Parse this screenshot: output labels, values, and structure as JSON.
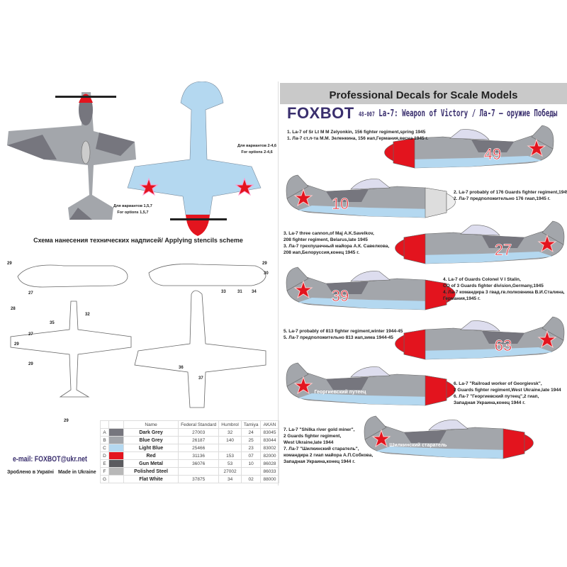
{
  "header": {
    "tagline": "Professional Decals for Scale Models",
    "brand": "FOXBOT",
    "sheet_code": "48-007",
    "title": "La-7: Weapon of Victory / Ла-7 – оружие Победы"
  },
  "left": {
    "for_options_ru_a": "Для вариантов 2-4,6",
    "for_options_en_a": "For options 2-4,6",
    "for_options_ru_b": "Для вариантов 1,5,7",
    "for_options_en_b": "For options 1,5,7",
    "stencil_title": "Схема нанесения технических надписей/ Applying stencils scheme",
    "email": "e-mail: FOXBOT@ukr.net",
    "made_ua": "Зроблено в Україні",
    "made_en": "Made in Ukraine",
    "stencil_numbers": [
      "29",
      "27",
      "28",
      "29",
      "30",
      "31",
      "33",
      "34",
      "27",
      "32",
      "35",
      "29",
      "29",
      "29",
      "36",
      "37"
    ]
  },
  "paint_table": {
    "headers": [
      "",
      "",
      "Name",
      "Federal Standard",
      "Humbrol",
      "Tamiya",
      "AKAN"
    ],
    "rows": [
      {
        "letter": "A",
        "color": "#76767e",
        "name": "Dark Grey",
        "fs": "27003",
        "humbrol": "32",
        "tamiya": "24",
        "akan": "83045"
      },
      {
        "letter": "B",
        "color": "#a3a6ab",
        "name": "Blue Grey",
        "fs": "26187",
        "humbrol": "140",
        "tamiya": "25",
        "akan": "83044"
      },
      {
        "letter": "C",
        "color": "#b4d8f0",
        "name": "Light Blue",
        "fs": "25466",
        "humbrol": "",
        "tamiya": "23",
        "akan": "83002"
      },
      {
        "letter": "D",
        "color": "#e3141e",
        "name": "Red",
        "fs": "31136",
        "humbrol": "153",
        "tamiya": "07",
        "akan": "82000"
      },
      {
        "letter": "E",
        "color": "#5b5b5f",
        "name": "Gun Metal",
        "fs": "36076",
        "humbrol": "53",
        "tamiya": "10",
        "akan": "86028"
      },
      {
        "letter": "F",
        "color": "#b8b8b8",
        "name": "Polished Steel",
        "fs": "",
        "humbrol": "27002",
        "tamiya": "",
        "akan": "86033"
      },
      {
        "letter": "G",
        "color": "#ffffff",
        "name": "Flat White",
        "fs": "37875",
        "humbrol": "34",
        "tamiya": "02",
        "akan": "88000"
      }
    ]
  },
  "profiles": [
    {
      "number": "49",
      "caption": [
        "1. La-7 of Sr Lt M M Zelyonkin, 156 fighter regiment,spring 1945",
        "1. Ла-7 ст.л-та М.М. Зеленкина, 156 иап,Германия,весна 1945 г."
      ]
    },
    {
      "number": "10",
      "caption": [
        "2. La-7 probably of 176 Guards fighter regiment,1945",
        "2. Ла-7 предположительно 176 гиап,1945 г."
      ]
    },
    {
      "number": "27",
      "caption": [
        "3. La-7 three cannon,of Maj A.K.Savelkov,",
        "208 fighter regiment, Belarus,late 1945",
        "3. Ла-7 трехпушечный майора А.К. Савелкова,",
        "208 иап,Белоруссия,конец 1945 г."
      ]
    },
    {
      "number": "39",
      "caption": [
        "4. La-7 of Guards Colonel V I Stalin,",
        "CO of 3 Guards fighter division,Germany,1945",
        "4. Ла-7 командира 3 гвад.гв.полковника В.И.Сталина,",
        "Германия,1945 г."
      ]
    },
    {
      "number": "63",
      "caption": [
        "5. La-7 probably of 813 fighter regiment,winter 1944-45",
        "5. Ла-7 предположительно 813 иап,зима 1944-45"
      ]
    },
    {
      "number": "",
      "slogan": "Георгиевский путеец",
      "caption": [
        "6. La-7 \"Railroad worker of Georgievsk\",",
        "2 Guards fighter regiment,West Ukraine,late 1944",
        "6. Ла-7 \"Георгиевский путеец\",2 гиап,",
        "Западная Украина,конец 1944 г."
      ]
    },
    {
      "number": "",
      "slogan": "Шилкинский старатель",
      "caption": [
        "7. La-7 \"Shilka river gold miner\",",
        "2 Guards fighter regiment,",
        "West Ukraine,late 1944",
        "7. Ла-7 \"Шилкинский старатель\",",
        "командира 2 гиап майора А.П.Собкова,",
        "Западная Украина,конец 1944 г."
      ]
    }
  ],
  "colors": {
    "red": "#e3141e",
    "light_blue": "#b4d8f0",
    "dark_grey": "#76767e",
    "blue_grey": "#a3a6ab",
    "brand": "#3a2f6e"
  }
}
